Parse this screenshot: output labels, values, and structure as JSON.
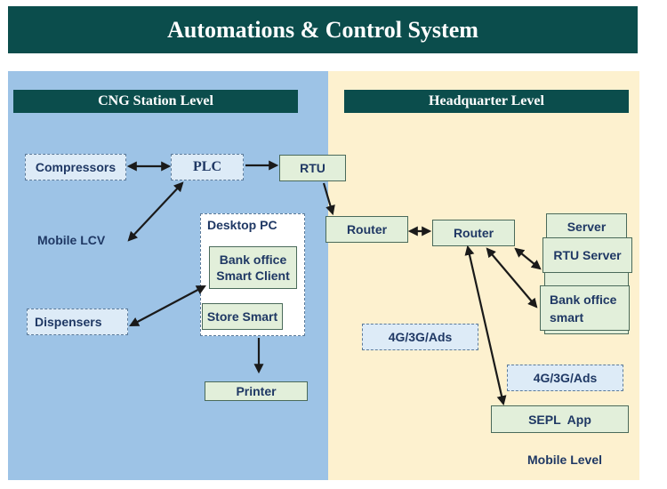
{
  "title": "Automations & Control System",
  "levels": {
    "cng": "CNG Station Level",
    "hq": "Headquarter Level",
    "mobile": "Mobile Level"
  },
  "nodes": {
    "compressors": "Compressors",
    "plc": "PLC",
    "rtu": "RTU",
    "mobile_lcv": "Mobile LCV",
    "desktop_pc": "Desktop PC",
    "bank_office_client": "Bank office Smart Client",
    "store_smart": "Store Smart",
    "dispensers": "Dispensers",
    "printer": "Printer",
    "router_1": "Router",
    "router_2": "Router",
    "server": "Server",
    "rtu_server": "RTU Server",
    "bank_office_smart": "Bank office smart",
    "network_1": "4G/3G/Ads",
    "network_2": "4G/3G/Ads",
    "sepl_app": "SEPL  App"
  },
  "colors": {
    "header": "#0b4d4c",
    "cng_panel": "#9dc3e6",
    "hq_panel": "#fdf1cf",
    "box": "#e2efda",
    "dashed_box": "#ddebf7",
    "text": "#1f3864"
  }
}
